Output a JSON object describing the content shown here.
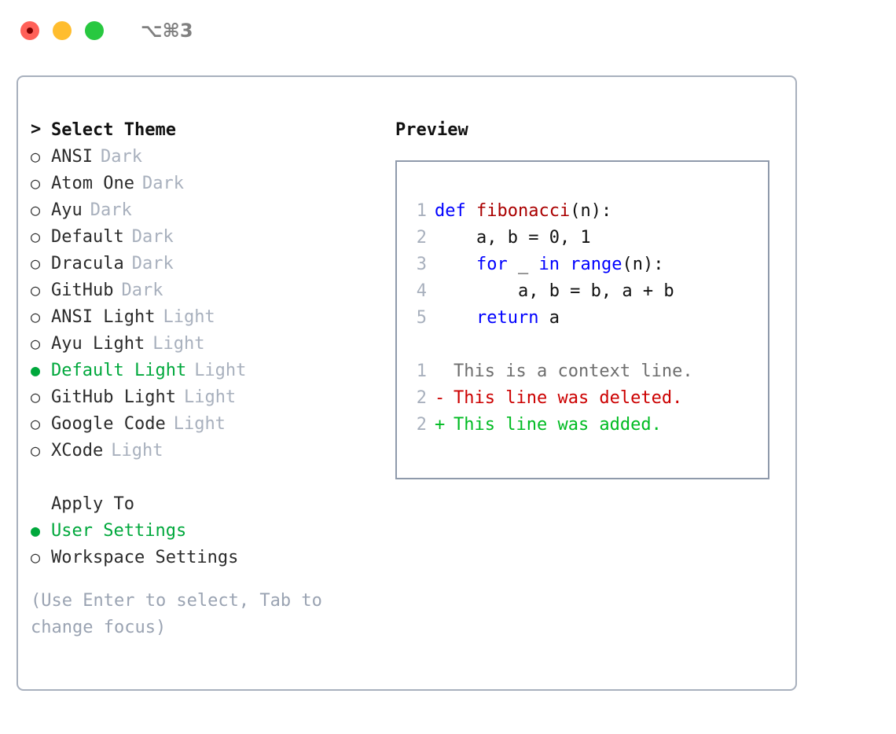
{
  "titlebar": {
    "shortcut": "⌥⌘3",
    "lights": [
      "close",
      "minimize",
      "maximize"
    ]
  },
  "theme_list": {
    "header": "Select Theme",
    "cursor_marker": ">",
    "unselected_marker": "○",
    "selected_marker": "●",
    "items": [
      {
        "name": "ANSI",
        "suffix": "Dark",
        "selected": false
      },
      {
        "name": "Atom One",
        "suffix": "Dark",
        "selected": false
      },
      {
        "name": "Ayu",
        "suffix": "Dark",
        "selected": false
      },
      {
        "name": "Default",
        "suffix": "Dark",
        "selected": false
      },
      {
        "name": "Dracula",
        "suffix": "Dark",
        "selected": false
      },
      {
        "name": "GitHub",
        "suffix": "Dark",
        "selected": false
      },
      {
        "name": "ANSI Light",
        "suffix": "Light",
        "selected": false
      },
      {
        "name": "Ayu Light",
        "suffix": "Light",
        "selected": false
      },
      {
        "name": "Default Light",
        "suffix": "Light",
        "selected": true
      },
      {
        "name": "GitHub Light",
        "suffix": "Light",
        "selected": false
      },
      {
        "name": "Google Code",
        "suffix": "Light",
        "selected": false
      },
      {
        "name": "XCode",
        "suffix": "Light",
        "selected": false
      }
    ]
  },
  "apply_to": {
    "header": "Apply To",
    "items": [
      {
        "name": "User Settings",
        "selected": true
      },
      {
        "name": "Workspace Settings",
        "selected": false
      }
    ]
  },
  "hint": "(Use Enter to select, Tab to change focus)",
  "preview": {
    "title": "Preview",
    "code_lines": [
      {
        "num": "1",
        "tokens": [
          {
            "t": "def",
            "c": "kw"
          },
          {
            "t": " ",
            "c": "plain"
          },
          {
            "t": "fibonacci",
            "c": "fn"
          },
          {
            "t": "(n):",
            "c": "plain"
          }
        ]
      },
      {
        "num": "2",
        "tokens": [
          {
            "t": "    a, b = 0, 1",
            "c": "plain"
          }
        ]
      },
      {
        "num": "3",
        "tokens": [
          {
            "t": "    ",
            "c": "plain"
          },
          {
            "t": "for",
            "c": "kw"
          },
          {
            "t": " _ ",
            "c": "plain"
          },
          {
            "t": "in",
            "c": "kw"
          },
          {
            "t": " ",
            "c": "plain"
          },
          {
            "t": "range",
            "c": "kw"
          },
          {
            "t": "(n):",
            "c": "plain"
          }
        ]
      },
      {
        "num": "4",
        "tokens": [
          {
            "t": "        a, b = b, a + b",
            "c": "plain"
          }
        ]
      },
      {
        "num": "5",
        "tokens": [
          {
            "t": "    ",
            "c": "plain"
          },
          {
            "t": "return",
            "c": "kw"
          },
          {
            "t": " a",
            "c": "plain"
          }
        ]
      }
    ],
    "diff_lines": [
      {
        "num": "1",
        "mark": " ",
        "text": "This is a context line.",
        "kind": "ctx"
      },
      {
        "num": "2",
        "mark": "-",
        "text": "This line was deleted.",
        "kind": "del"
      },
      {
        "num": "2",
        "mark": "+",
        "text": "This line was added.",
        "kind": "add"
      }
    ]
  },
  "colors": {
    "selected_green": "#00a83c",
    "muted_gray": "#a8b0bd",
    "hint_gray": "#9aa3b2",
    "keyword_blue": "#0000ff",
    "function_red": "#aa0000",
    "diff_deleted": "#cc0000",
    "diff_added": "#00bb22",
    "context_gray": "#6e6e6e",
    "panel_border": "#a8b0bd",
    "preview_border": "#8f9aab",
    "light_red": "#ff6058",
    "light_yellow": "#ffbd2e",
    "light_green": "#28c840"
  }
}
